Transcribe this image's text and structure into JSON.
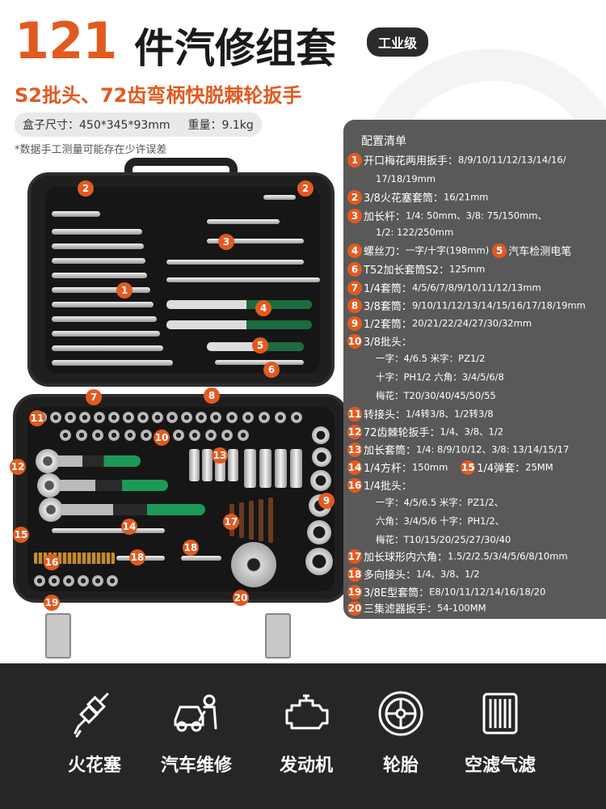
{
  "header": {
    "count": "121",
    "title": "件汽修组套",
    "badge": "工业级",
    "subtitle": "S2批头、72齿弯柄快脱棘轮扳手",
    "box_size": "盒子尺寸：450*345*93mm",
    "weight": "重量：9.1kg",
    "note": "*数据手工测量可能存在少许误差"
  },
  "case_markers": [
    "1",
    "2",
    "2",
    "3",
    "4",
    "5",
    "6",
    "7",
    "8",
    "9",
    "10",
    "11",
    "12",
    "13",
    "14",
    "15",
    "16",
    "17",
    "18",
    "18",
    "19",
    "20"
  ],
  "config": {
    "title": "配置清单",
    "items": [
      {
        "num": "1",
        "label": "开口梅花两用扳手：",
        "value": "8/9/10/11/12/13/14/16/",
        "cont": "17/18/19mm"
      },
      {
        "num": "2",
        "label": "3/8火花塞套筒：",
        "value": "16/21mm"
      },
      {
        "num": "3",
        "label": "加长杆：",
        "value": "1/4:  50mm、3/8:  75/150mm、",
        "cont": "1/2:  122/250mm"
      },
      {
        "num": "4",
        "label": "螺丝刀：",
        "value": "一字/十字(198mm)"
      },
      {
        "num": "5",
        "label": "汽车检测电笔",
        "value": ""
      },
      {
        "num": "6",
        "label": "T52加长套筒S2：",
        "value": "125mm"
      },
      {
        "num": "7",
        "label": "1/4套筒：",
        "value": "4/5/6/7/8/9/10/11/12/13mm"
      },
      {
        "num": "8",
        "label": "3/8套筒：",
        "value": "9/10/11/12/13/14/15/16/17/18/19mm"
      },
      {
        "num": "9",
        "label": "1/2套筒：",
        "value": "20/21/22/24/27/30/32mm"
      },
      {
        "num": "10",
        "label": "3/8批头：",
        "value": ""
      },
      {
        "num": "11",
        "label": "转接头：",
        "value": "1/4转3/8、1/2转3/8"
      },
      {
        "num": "12",
        "label": "72齿棘轮扳手：",
        "value": "1/4、3/8、1/2"
      },
      {
        "num": "13",
        "label": "加长套筒：",
        "value": "1/4:  8/9/10/12、3/8:  13/14/15/17"
      },
      {
        "num": "14",
        "label": "1/4方杆：",
        "value": "150mm"
      },
      {
        "num": "15",
        "label": "1/4弹套：",
        "value": "25MM"
      },
      {
        "num": "16",
        "label": "1/4批头：",
        "value": ""
      },
      {
        "num": "17",
        "label": "加长球形内六角：",
        "value": "1.5/2/2.5/3/4/5/6/8/10mm"
      },
      {
        "num": "18",
        "label": "多向接头：",
        "value": "1/4、3/8、1/2"
      },
      {
        "num": "19",
        "label": "3/8E型套筒：",
        "value": "E8/10/11/12/14/16/18/20"
      },
      {
        "num": "20",
        "label": "三集滤器扳手：",
        "value": "54-100MM"
      }
    ],
    "bits38": [
      "一字：4/6.5    米字：PZ1/2",
      "十字：PH1/2    六角：3/4/5/6/8",
      "梅花：T20/30/40/45/50/55"
    ],
    "bits14": [
      "一字：4/5/6.5     米字：PZ1/2、",
      "六角：3/4/5/6     十字：PH1/2、",
      "梅花：T10/15/20/25/27/30/40"
    ]
  },
  "footer": {
    "items": [
      {
        "label": "火花塞",
        "icon": "spark-plug-icon"
      },
      {
        "label": "汽车维修",
        "icon": "car-repair-icon"
      },
      {
        "label": "发动机",
        "icon": "engine-icon"
      },
      {
        "label": "轮胎",
        "icon": "tire-icon"
      },
      {
        "label": "空滤气滤",
        "icon": "air-filter-icon"
      }
    ]
  },
  "colors": {
    "accent": "#e25a20",
    "panel": "#595959",
    "footer": "#262626",
    "handle_green": "#1c9a56"
  }
}
